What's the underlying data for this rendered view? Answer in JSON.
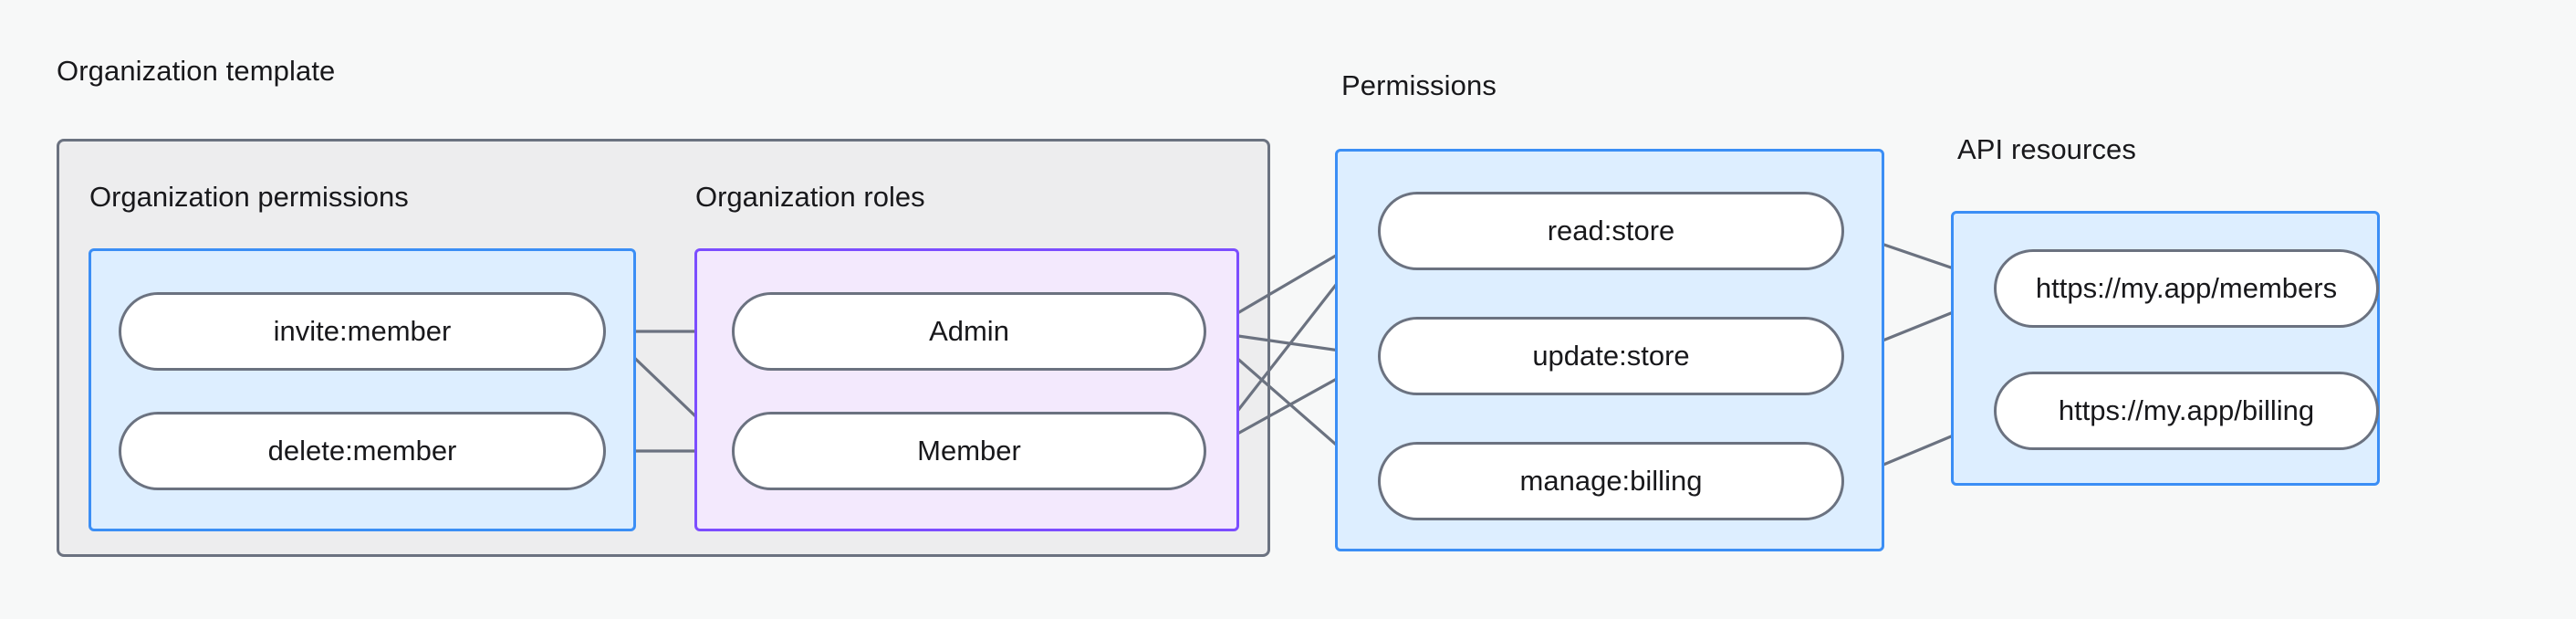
{
  "diagram": {
    "title_groups": [
      {
        "id": "organization-template",
        "label": "Organization template"
      },
      {
        "id": "permissions",
        "label": "Permissions"
      },
      {
        "id": "api-resources",
        "label": "API resources"
      }
    ],
    "colors": {
      "canvas_background": "#f7f8f8",
      "outer_group_fill": "#ededee",
      "outer_group_border": "#6b7280",
      "blue_group_fill": "#ddeeff",
      "blue_group_border": "#3b8ef5",
      "purple_group_fill": "#f3e9fd",
      "purple_group_border": "#7c4dff",
      "node_fill": "#ffffff",
      "node_border": "#6b7280",
      "edge_stroke": "#6b7280",
      "text": "#18181b"
    },
    "organization_template": {
      "label": "Organization template",
      "organization_permissions": {
        "label": "Organization permissions",
        "items": [
          {
            "id": "invite-member",
            "label": "invite:member"
          },
          {
            "id": "delete-member",
            "label": "delete:member"
          }
        ]
      },
      "organization_roles": {
        "label": "Organization roles",
        "items": [
          {
            "id": "admin",
            "label": "Admin"
          },
          {
            "id": "member",
            "label": "Member"
          }
        ]
      }
    },
    "permissions": {
      "label": "Permissions",
      "items": [
        {
          "id": "read-store",
          "label": "read:store"
        },
        {
          "id": "update-store",
          "label": "update:store"
        },
        {
          "id": "manage-billing",
          "label": "manage:billing"
        }
      ]
    },
    "api_resources": {
      "label": "API resources",
      "items": [
        {
          "id": "my-app-members",
          "label": "https://my.app/members"
        },
        {
          "id": "my-app-billing",
          "label": "https://my.app/billing"
        }
      ]
    },
    "connections": [
      {
        "from": "invite-member",
        "to": "admin"
      },
      {
        "from": "invite-member",
        "to": "member"
      },
      {
        "from": "delete-member",
        "to": "member"
      },
      {
        "from": "admin",
        "to": "read-store"
      },
      {
        "from": "admin",
        "to": "update-store"
      },
      {
        "from": "admin",
        "to": "manage-billing"
      },
      {
        "from": "member",
        "to": "read-store"
      },
      {
        "from": "member",
        "to": "update-store"
      },
      {
        "from": "read-store",
        "to": "my-app-members"
      },
      {
        "from": "update-store",
        "to": "my-app-members"
      },
      {
        "from": "manage-billing",
        "to": "my-app-billing"
      }
    ]
  }
}
